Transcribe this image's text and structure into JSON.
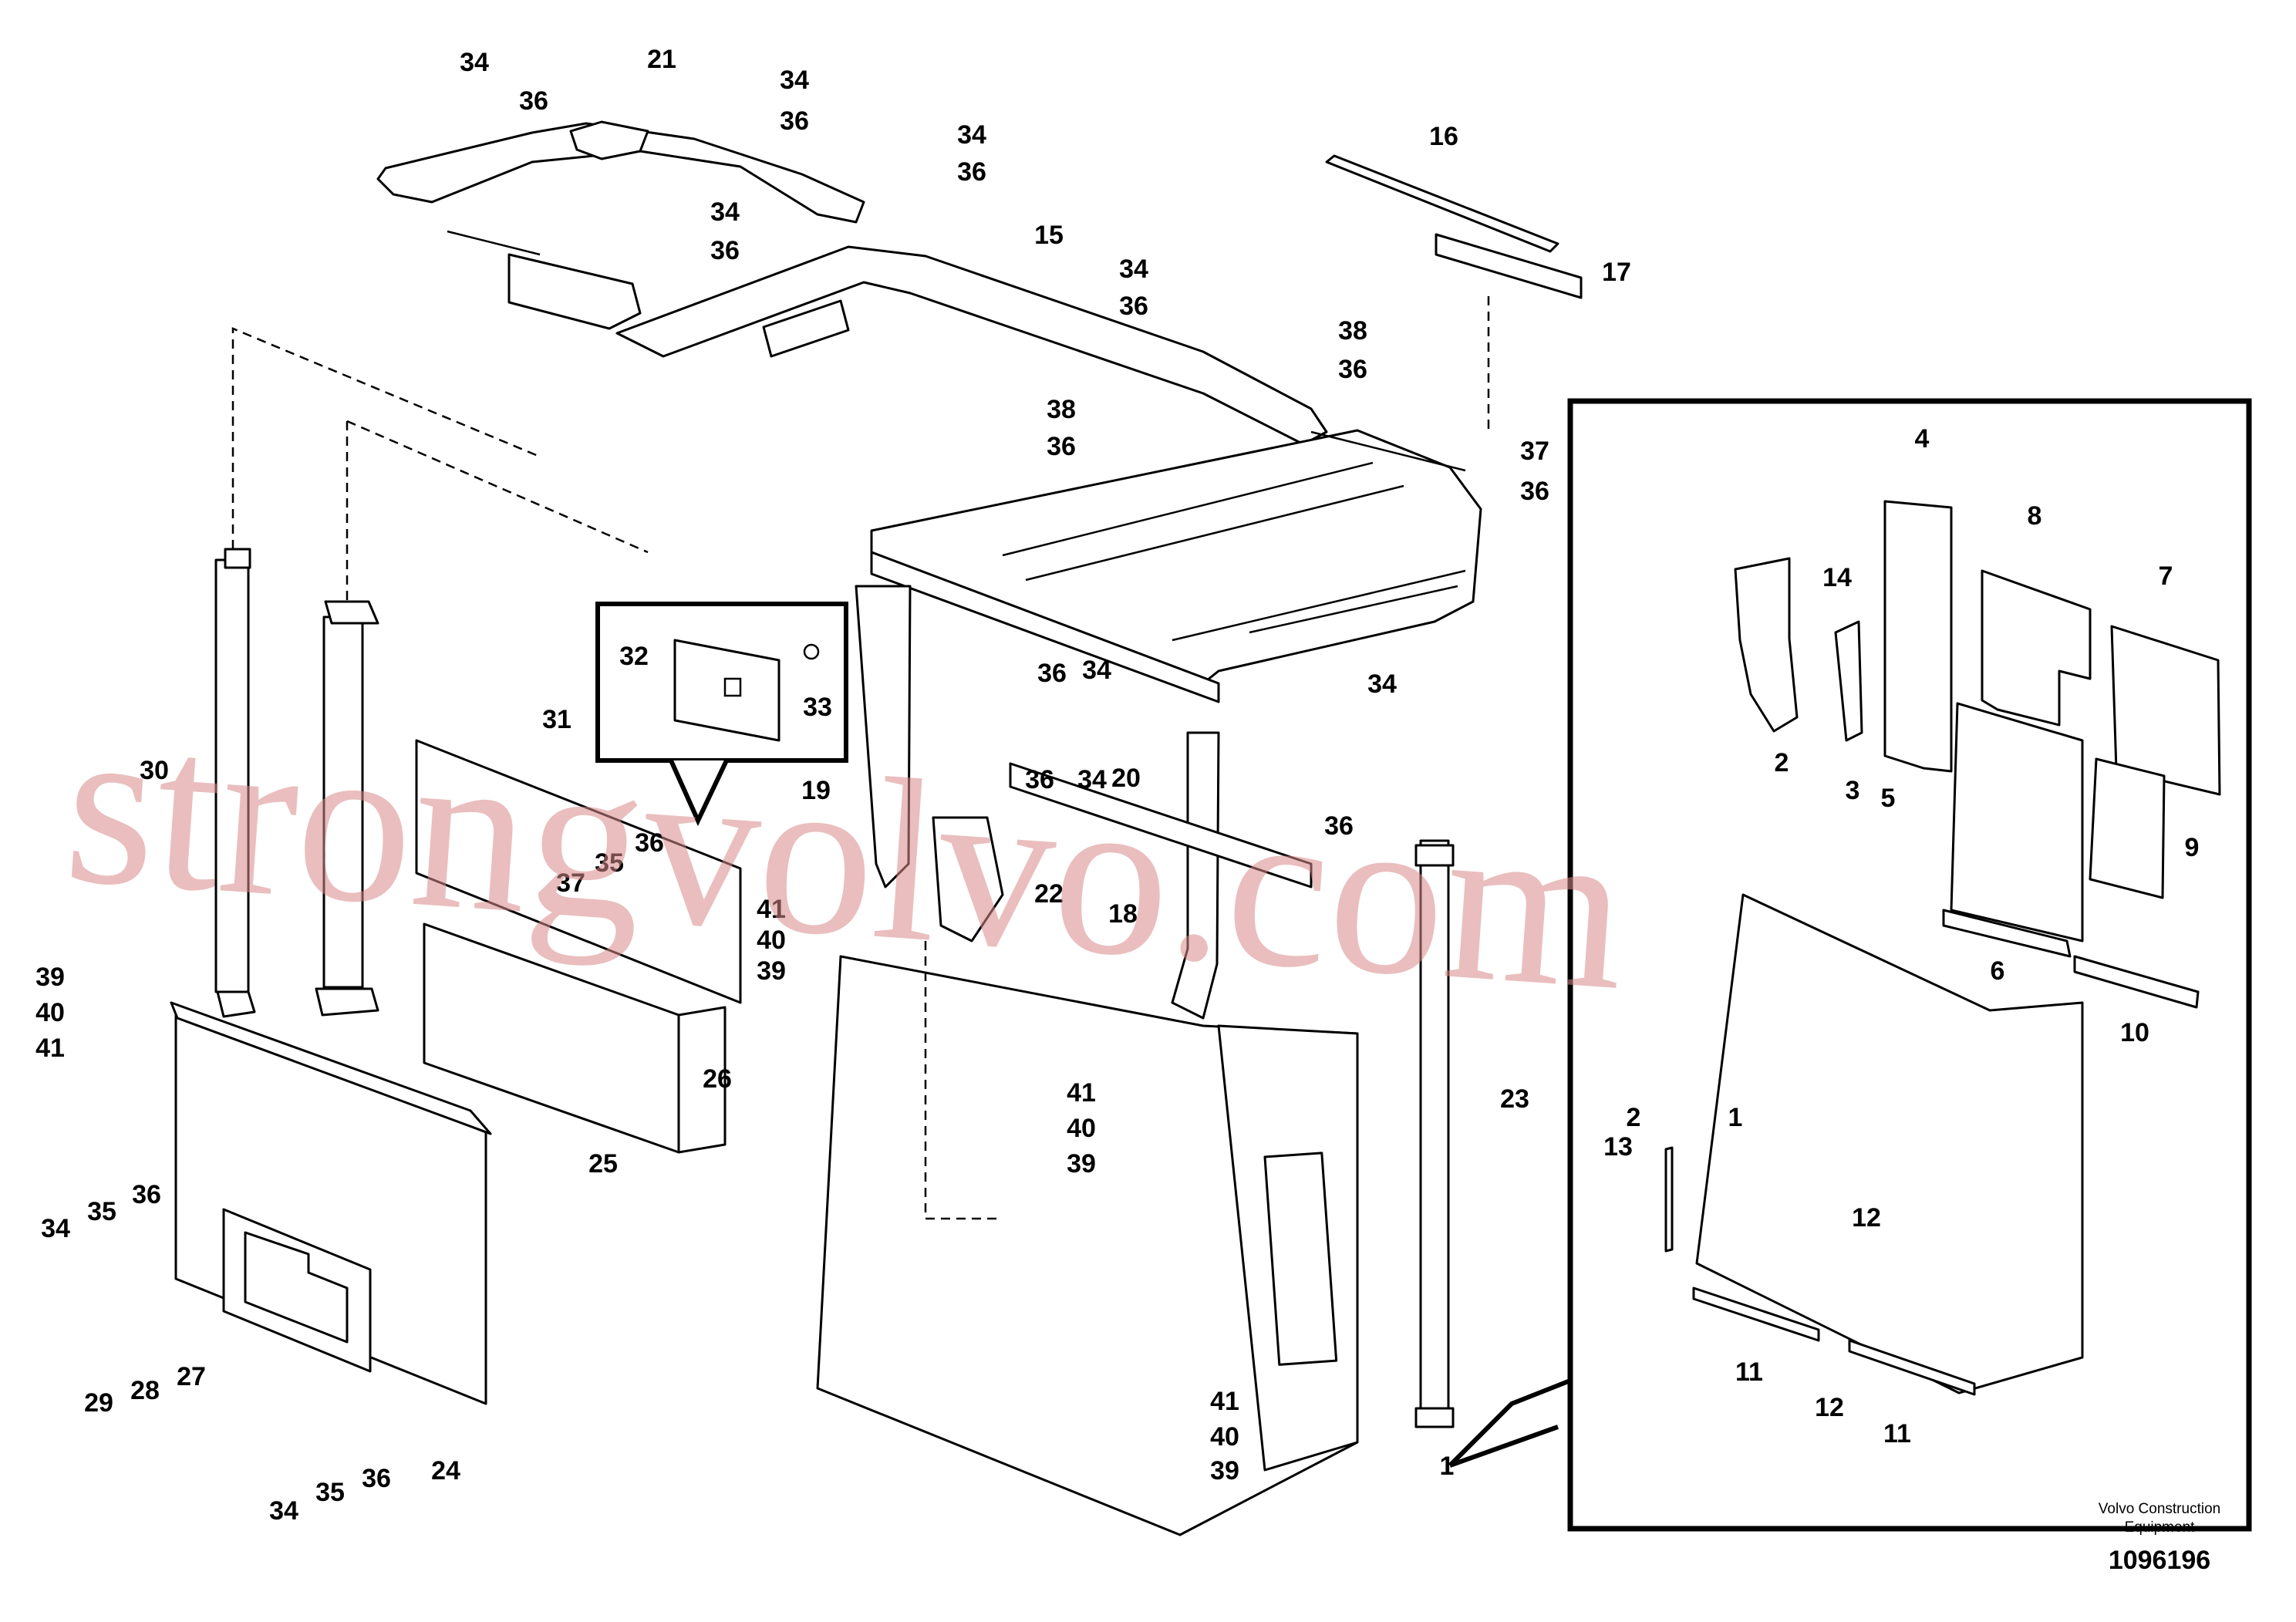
{
  "watermark": "strongvolvo.com",
  "footer": {
    "brand_line1": "Volvo Construction",
    "brand_line2": "Equipment",
    "drawing_number": "1096196"
  },
  "callouts": [
    "34",
    "36",
    "21",
    "34",
    "36",
    "34",
    "36",
    "34",
    "36",
    "16",
    "15",
    "17",
    "34",
    "36",
    "38",
    "36",
    "38",
    "36",
    "37",
    "36",
    "34",
    "36",
    "31",
    "32",
    "33",
    "30",
    "36",
    "34",
    "19",
    "20",
    "22",
    "18",
    "37",
    "35",
    "36",
    "36",
    "34",
    "41",
    "40",
    "39",
    "39",
    "40",
    "41",
    "25",
    "26",
    "41",
    "40",
    "39",
    "34",
    "35",
    "36",
    "29",
    "28",
    "27",
    "24",
    "34",
    "35",
    "36",
    "41",
    "40",
    "39",
    "23",
    "1",
    "4",
    "14",
    "8",
    "7",
    "2",
    "3",
    "5",
    "9",
    "6",
    "10",
    "2",
    "13",
    "1",
    "12",
    "11",
    "12",
    "11"
  ]
}
